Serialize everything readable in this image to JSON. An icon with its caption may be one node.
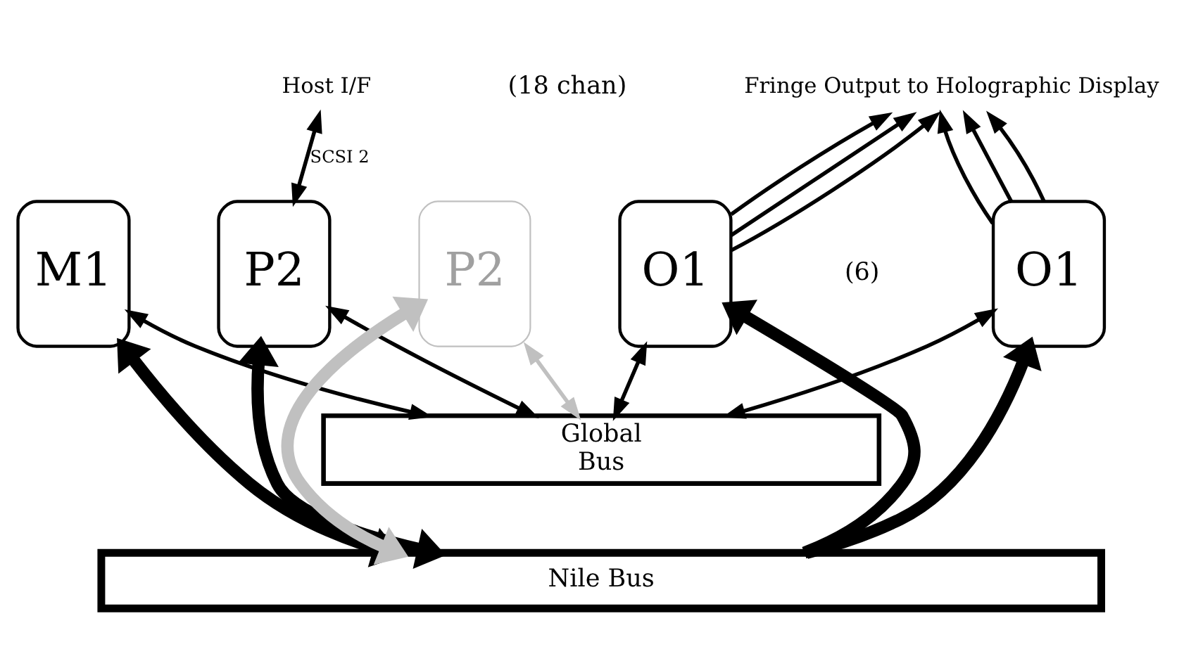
{
  "diagram": {
    "nodes": [
      {
        "text": [
          "M1"
        ]
      },
      {
        "text": [
          "P2"
        ]
      },
      {
        "text": [
          "P2"
        ]
      },
      {
        "text": [
          "O1"
        ]
      },
      {
        "text": [
          "O1"
        ]
      },
      {
        "text": [
          "Host I/F"
        ]
      },
      {
        "text": [
          "Fringe Output to Holographic Display"
        ]
      },
      {
        "text": [
          "Global",
          "Bus"
        ]
      },
      {
        "text": [
          "Nile Bus"
        ]
      }
    ],
    "edges": [
      {
        "from": 5,
        "to": 1,
        "arrow": "both",
        "label": "SCSI 2"
      },
      {
        "from": 3,
        "to": 6,
        "arrow": "to"
      },
      {
        "from": 3,
        "to": 6,
        "arrow": "to"
      },
      {
        "from": 3,
        "to": 6,
        "arrow": "to"
      },
      {
        "from": 4,
        "to": 6,
        "arrow": "to"
      },
      {
        "from": 4,
        "to": 6,
        "arrow": "to"
      },
      {
        "from": 4,
        "to": 6,
        "arrow": "to"
      },
      {
        "from": 0,
        "to": 7,
        "arrow": "both"
      },
      {
        "from": 0,
        "to": 8,
        "arrow": "both",
        "style": "thick"
      },
      {
        "from": 1,
        "to": 7,
        "arrow": "both"
      },
      {
        "from": 1,
        "to": 8,
        "arrow": "both",
        "style": "thick"
      },
      {
        "from": 2,
        "to": 7,
        "arrow": "both",
        "color": "#c0c0c0"
      },
      {
        "from": 2,
        "to": 8,
        "arrow": "both",
        "style": "thick",
        "color": "#c0c0c0"
      },
      {
        "from": 3,
        "to": 7,
        "arrow": "both"
      },
      {
        "from": 8,
        "to": 3,
        "arrow": "to",
        "style": "thick"
      },
      {
        "from": 4,
        "to": 7,
        "arrow": "both"
      },
      {
        "from": 8,
        "to": 4,
        "arrow": "to",
        "style": "thick"
      }
    ],
    "labels": [
      "(18 chan)",
      "(6)"
    ]
  }
}
